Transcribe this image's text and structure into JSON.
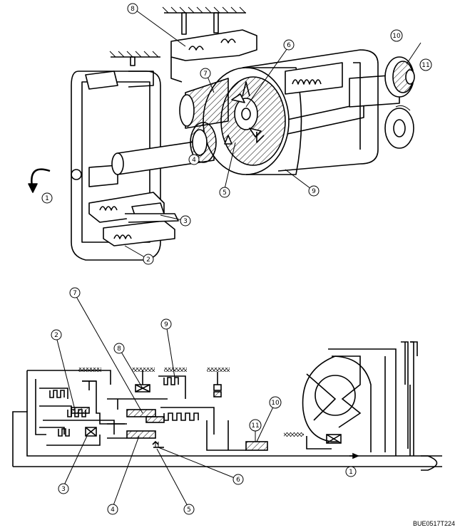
{
  "figure_code": "BUE0517T224",
  "top_view": {
    "callouts": [
      {
        "id": "c1",
        "label": "1"
      },
      {
        "id": "c2",
        "label": "2"
      },
      {
        "id": "c3",
        "label": "3"
      },
      {
        "id": "c4",
        "label": "4"
      },
      {
        "id": "c5",
        "label": "5"
      },
      {
        "id": "c6",
        "label": "6"
      },
      {
        "id": "c7",
        "label": "7"
      },
      {
        "id": "c8",
        "label": "8"
      },
      {
        "id": "c9",
        "label": "9"
      },
      {
        "id": "c10",
        "label": "10"
      },
      {
        "id": "c11",
        "label": "11"
      }
    ]
  },
  "bottom_view": {
    "callouts": [
      {
        "id": "b1",
        "label": "1"
      },
      {
        "id": "b2",
        "label": "2"
      },
      {
        "id": "b3",
        "label": "3"
      },
      {
        "id": "b4",
        "label": "4"
      },
      {
        "id": "b5",
        "label": "5"
      },
      {
        "id": "b6",
        "label": "6"
      },
      {
        "id": "b7",
        "label": "7"
      },
      {
        "id": "b8",
        "label": "8"
      },
      {
        "id": "b9",
        "label": "9"
      },
      {
        "id": "b10",
        "label": "10"
      },
      {
        "id": "b11",
        "label": "11"
      }
    ]
  }
}
